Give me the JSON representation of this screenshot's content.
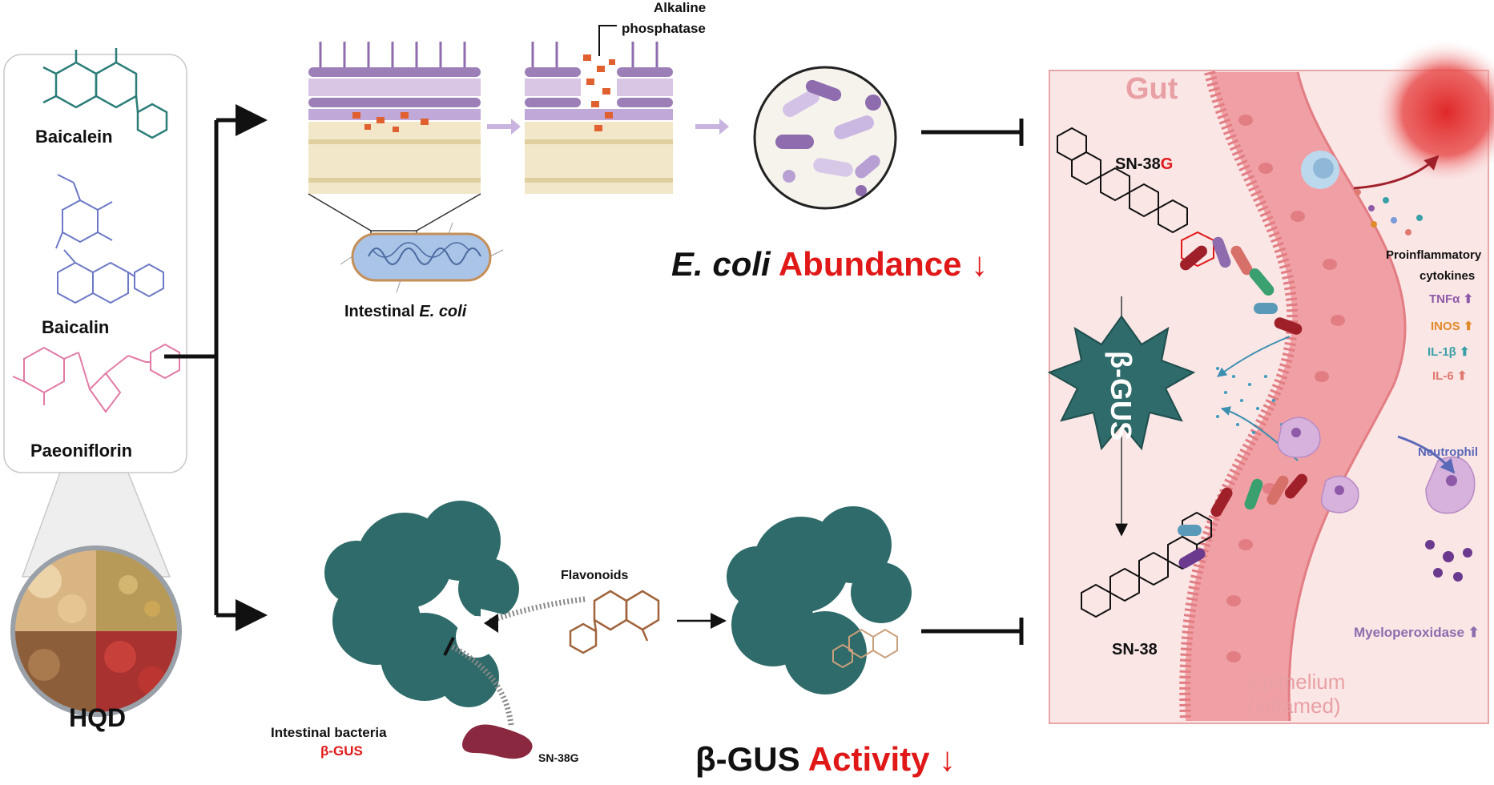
{
  "herbs": {
    "compounds": [
      "Baicalein",
      "Baicalin",
      "Paeoniflorin"
    ],
    "formula": "HQD"
  },
  "membrane": {
    "enzyme_label_line1": "Alkaline",
    "enzyme_label_line2": "phosphatase",
    "bacteria_label_prefix": "Intestinal ",
    "bacteria_label_italic": "E. coli"
  },
  "outcome_top": {
    "organism": "E. coli",
    "measure": "Abundance",
    "arrow": "↓"
  },
  "enzyme": {
    "bacteria_label": "Intestinal bacteria",
    "enzyme_label": "β-GUS",
    "inhibitor_label": "Flavonoids",
    "substrate_label": "SN-38G"
  },
  "outcome_bottom": {
    "enzyme": "β-GUS",
    "measure": "Activity",
    "arrow": "↓"
  },
  "gut": {
    "title": "Gut",
    "sn38g_prefix": "SN-38",
    "sn38g_suffix": "G",
    "sn38": "SN-38",
    "star_label": "β-GUS",
    "cytokines_line1": "Proinflammatory",
    "cytokines_line2": "cytokines",
    "cytokines": [
      {
        "name": "TNFα ⬆",
        "color": "#8e5aa8"
      },
      {
        "name": "INOS ⬆",
        "color": "#e08a2a"
      },
      {
        "name": "IL-1β ⬆",
        "color": "#3aa0a8"
      },
      {
        "name": "IL-6 ⬆",
        "color": "#e07a70"
      }
    ],
    "neutrophil": "Neutrophil",
    "myeloperoxidase": "Myeloperoxidase ⬆",
    "epithelium_line1": "Epithelium",
    "epithelium_line2": "(inflamed)"
  },
  "colors": {
    "teal": "#2f6b6a",
    "red": "#e01818",
    "purple": "#8e6cae",
    "pink": "#e9a1a6",
    "gutBg": "#fbe6e6"
  }
}
